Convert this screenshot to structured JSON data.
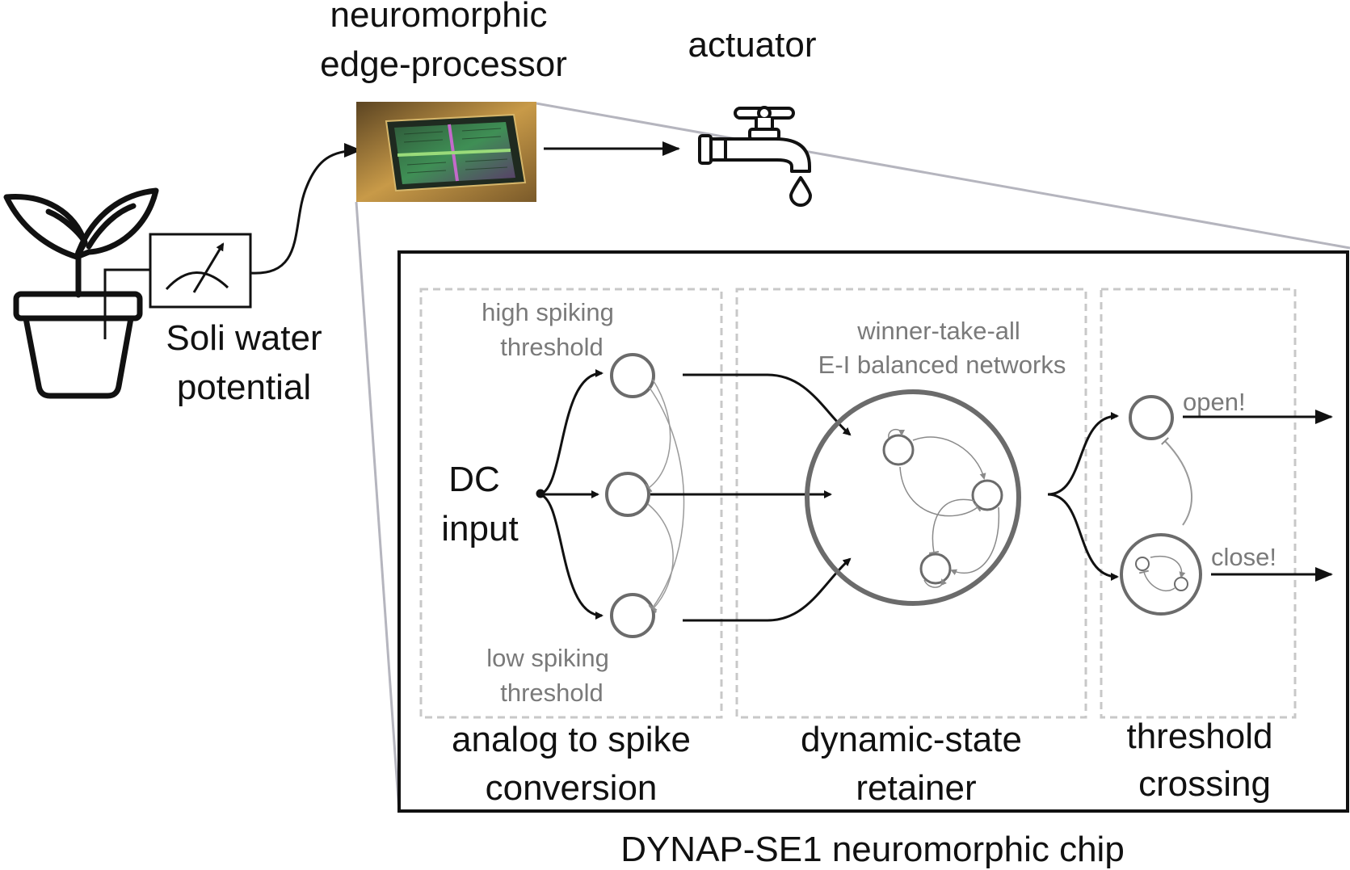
{
  "labels": {
    "edge_processor_line1": "neuromorphic",
    "edge_processor_line2": "edge-processor",
    "actuator": "actuator",
    "soil_line1": "Soli water",
    "soil_line2": "potential",
    "high_line1": "high spiking",
    "high_line2": "threshold",
    "low_line1": "low spiking",
    "low_line2": "threshold",
    "dc_line1": "DC",
    "dc_line2": "input",
    "wta_line1": "winner-take-all",
    "wta_line2": "E-I balanced networks",
    "open": "open!",
    "close": "close!",
    "stage1_line1": "analog to spike",
    "stage1_line2": "conversion",
    "stage2_line1": "dynamic-state",
    "stage2_line2": "retainer",
    "stage3_line1": "threshold",
    "stage3_line2": "crossing",
    "chip_caption": "DYNAP-SE1 neuromorphic chip"
  },
  "icons": {
    "plant": "plant-pot-icon",
    "sensor": "gauge-sensor-icon",
    "chip": "chip-photo",
    "tap": "water-tap-icon"
  },
  "colors": {
    "ink": "#111111",
    "gray_text": "#7a7a7a",
    "neuron_stroke": "#6b6b6b",
    "dashed_box": "#c8c8c8",
    "zoom_lines": "#b5b5be"
  }
}
